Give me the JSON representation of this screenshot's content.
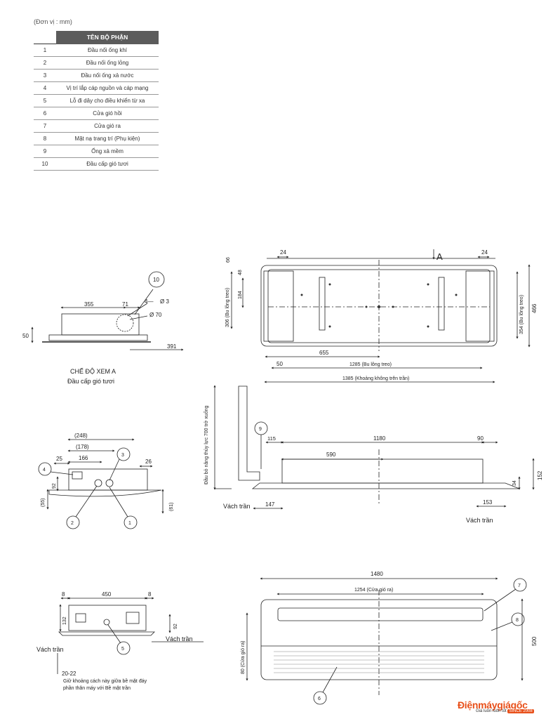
{
  "unit_note": "(Đơn vị : mm)",
  "parts_table": {
    "header": "TÊN BỘ PHẬN",
    "rows": [
      {
        "no": "1",
        "name": "Đầu nối ống khí"
      },
      {
        "no": "2",
        "name": "Đầu nối ống lỏng"
      },
      {
        "no": "3",
        "name": "Đầu nối ống xả nước"
      },
      {
        "no": "4",
        "name": "Vị trí lắp cáp nguồn và cáp mạng"
      },
      {
        "no": "5",
        "name": "Lỗ đi dây cho điều khiển từ xa"
      },
      {
        "no": "6",
        "name": "Cửa gió hồi"
      },
      {
        "no": "7",
        "name": "Cửa gió ra"
      },
      {
        "no": "8",
        "name": "Mặt nạ trang trí (Phụ kiện)"
      },
      {
        "no": "9",
        "name": "Ống xả mềm"
      },
      {
        "no": "10",
        "name": "Đầu cấp gió tươi"
      }
    ]
  },
  "view_a": {
    "caption_1": "CHẾ ĐỘ XEM A",
    "caption_2": "Đầu cấp gió tươi",
    "dims": [
      "355",
      "71",
      "4—",
      "Ø 3",
      "Ø 70",
      "50",
      "391"
    ],
    "callout": "10"
  },
  "top_view": {
    "view_mark": "A",
    "dims": [
      "66",
      "24",
      "24",
      "48",
      "184",
      "306 (Bu lông treo)",
      "354 (Bu lông treo)",
      "466",
      "655",
      "50",
      "1285 (Bu lông treo)",
      "1385 (Khoảng không trên trần)"
    ]
  },
  "side_view": {
    "vertical_note": "Đầu bỏ nâng thủy lực 700 trở xuống",
    "dims": [
      "115",
      "1180",
      "90",
      "590",
      "152",
      "34",
      "147",
      "153"
    ],
    "ceiling_left": "Vách trần",
    "ceiling_right": "Vách trần",
    "callout": "9"
  },
  "pipe_view": {
    "dims": [
      "(248)",
      "(178)",
      "166",
      "25",
      "26",
      "92",
      "(55)",
      "(61)"
    ],
    "callouts": [
      "4",
      "3",
      "2",
      "1"
    ]
  },
  "front_small": {
    "dims": [
      "8",
      "450",
      "8",
      "132",
      "92",
      "20-22"
    ],
    "ceiling_left": "Vách trần",
    "ceiling_right": "Vách trần",
    "note_1": "Giữ khoảng cách này giữa bề mặt đáy",
    "note_2": "phần thân máy với Bề mặt trần",
    "callout": "5"
  },
  "front_panel": {
    "dims": [
      "1480",
      "1254 (Cửa gió ra)",
      "500",
      "80 (Cửa gió ra)"
    ],
    "callouts": [
      "7",
      "8",
      "6"
    ]
  },
  "logo": {
    "brand_1": "Điện",
    "brand_2": "máygiágốc",
    "slogan": "Giá luôn luôn tốt",
    "since": "SINCE 2008"
  }
}
